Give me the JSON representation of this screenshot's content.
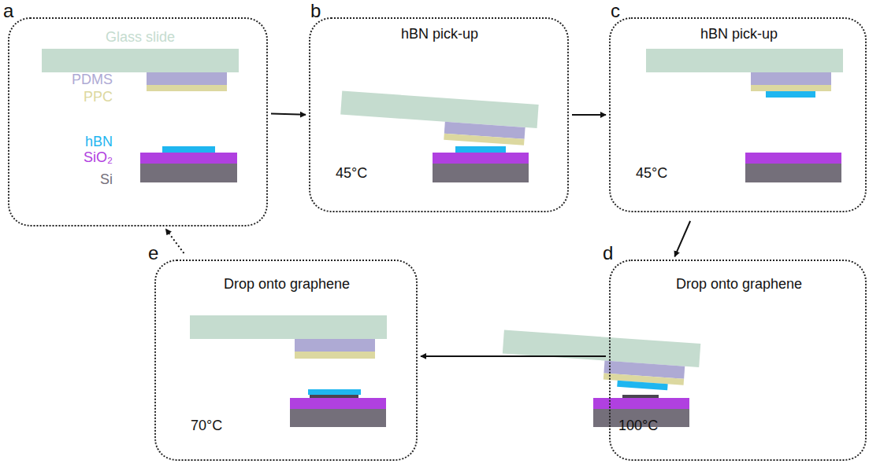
{
  "diagram": {
    "nodes": [
      {
        "text": [
          "a"
        ]
      },
      {
        "text": [
          "b",
          "hBN pick-up",
          "45°C"
        ]
      },
      {
        "text": [
          "c",
          "hBN pick-up",
          "45°C"
        ]
      },
      {
        "text": [
          "d",
          "Drop onto graphene",
          "100°C"
        ]
      },
      {
        "text": [
          "e",
          "Drop onto graphene",
          "70°C"
        ]
      }
    ],
    "edges": [
      {
        "from": 0,
        "to": 1,
        "arrow": "to"
      },
      {
        "from": 1,
        "to": 2,
        "arrow": "to"
      },
      {
        "from": 2,
        "to": 3,
        "arrow": "to"
      },
      {
        "from": 3,
        "to": 4,
        "arrow": "to"
      },
      {
        "from": 4,
        "to": 0,
        "arrow": "to"
      }
    ],
    "labels": [
      "Glass slide",
      "PDMS",
      "PPC",
      "hBN",
      "SiO₂",
      "Si"
    ]
  }
}
